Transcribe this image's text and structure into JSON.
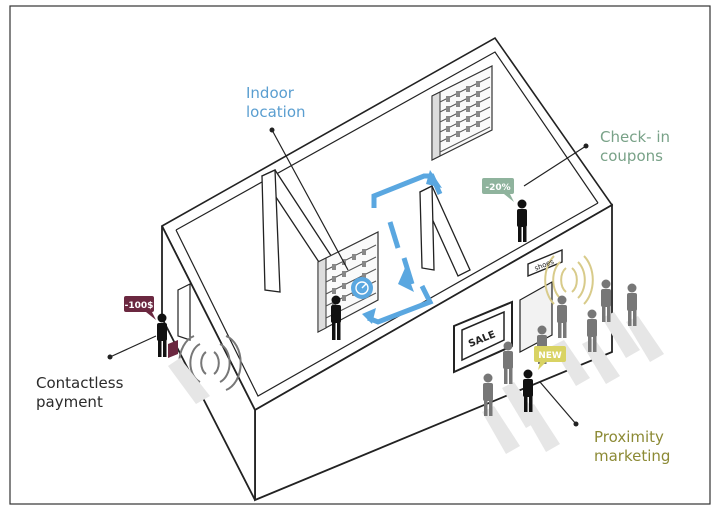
{
  "labels": {
    "indoor_location": [
      "Indoor",
      "location"
    ],
    "checkin_coupons": [
      "Check- in",
      "coupons"
    ],
    "contactless_payment": [
      "Contactless",
      "payment"
    ],
    "proximity_marketing": [
      "Proximity",
      "marketing"
    ]
  },
  "tags": {
    "price_tag": "-100$",
    "discount_tag": "-20%",
    "new_tag": "NEW",
    "store_sign": "shoes",
    "sale_sign": "SALE"
  },
  "colors": {
    "indoor_location": "#5a9ed0",
    "checkin_coupons": "#79a288",
    "contactless_payment": "#2b2b2b",
    "proximity_marketing": "#8c8a35",
    "price_tag_bg": "#6b2840",
    "discount_tag_bg": "#8fb39d",
    "new_tag_bg": "#d9d363",
    "route_arrow": "#5aa7e0",
    "beacon": "#d8cb8a"
  }
}
